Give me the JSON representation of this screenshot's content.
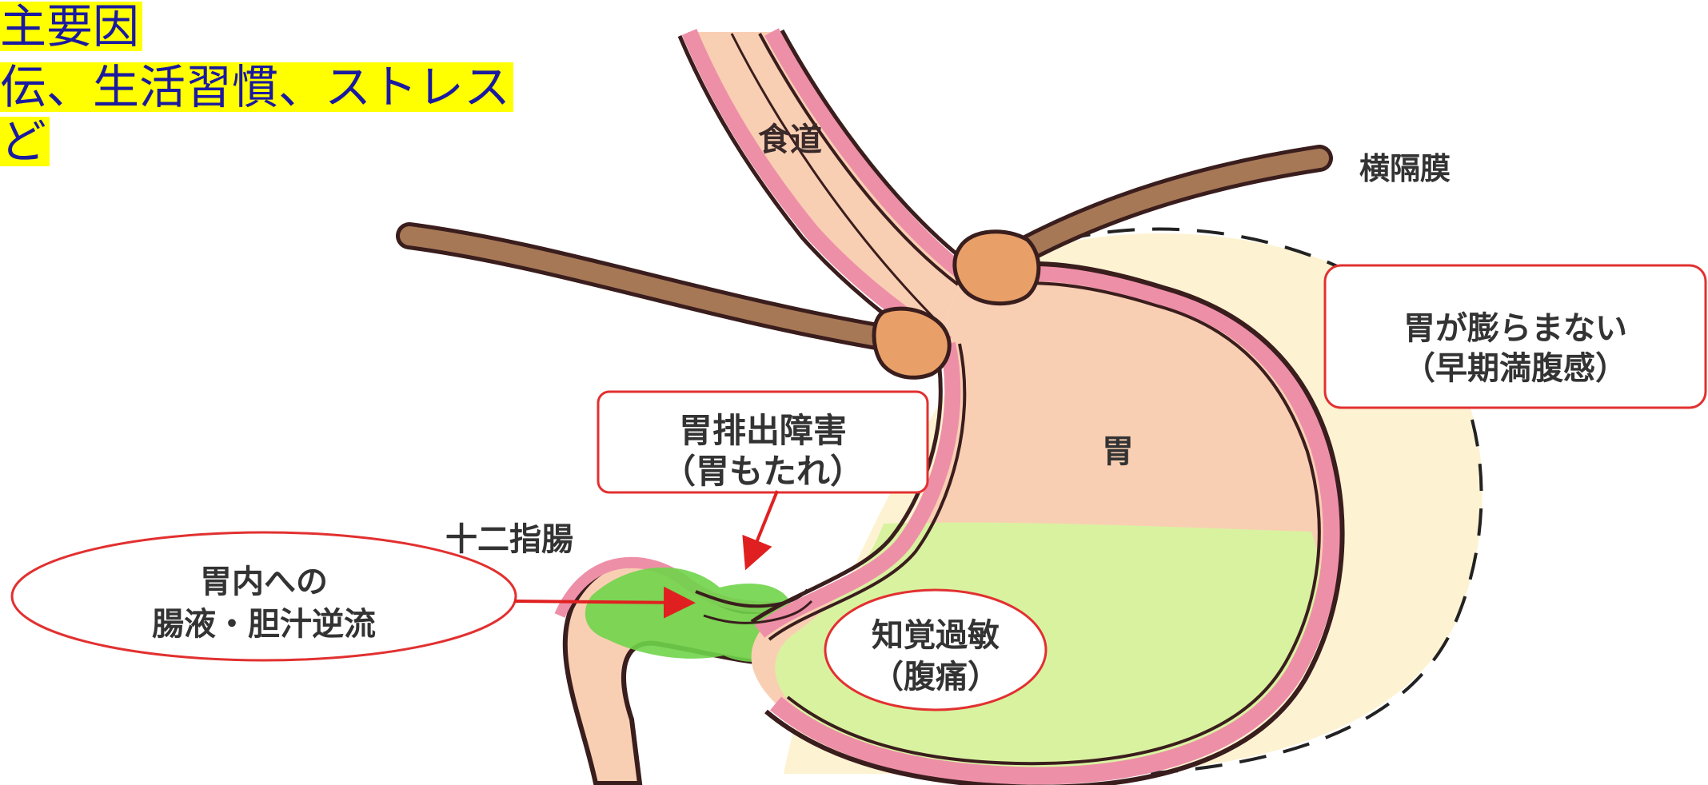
{
  "highlight_lines": [
    "主要因",
    "伝、生活習慣、ストレス",
    "ど"
  ],
  "labels": {
    "esophagus": "食道",
    "diaphragm": "横隔膜",
    "stomach": "胃",
    "duodenum": "十二指腸",
    "gastric_emptying_line1": "胃排出障害",
    "gastric_emptying_line2": "（胃もたれ）",
    "no_expansion_line1": "胃が膨らまない",
    "no_expansion_line2": "（早期満腹感）",
    "reflux_line1": "胃内への",
    "reflux_line2": "腸液・胆汁逆流",
    "hypersensitivity_line1": "知覚過敏",
    "hypersensitivity_line2": "（腹痛）"
  },
  "colors": {
    "highlight_bg": "#ffff00",
    "highlight_text": "#1a1aa0",
    "stomach_fill": "#f9cfb3",
    "wall_pink": "#ee8fa8",
    "outline": "#3a1d1d",
    "green_zone": "#d9f2a0",
    "bile_green": "#55cc33",
    "diaphragm": "#a67856",
    "sphincter": "#e8a068",
    "expansion_area": "#fdf3d2",
    "callout_red": "#e23030",
    "arrow_red": "#e02020"
  }
}
